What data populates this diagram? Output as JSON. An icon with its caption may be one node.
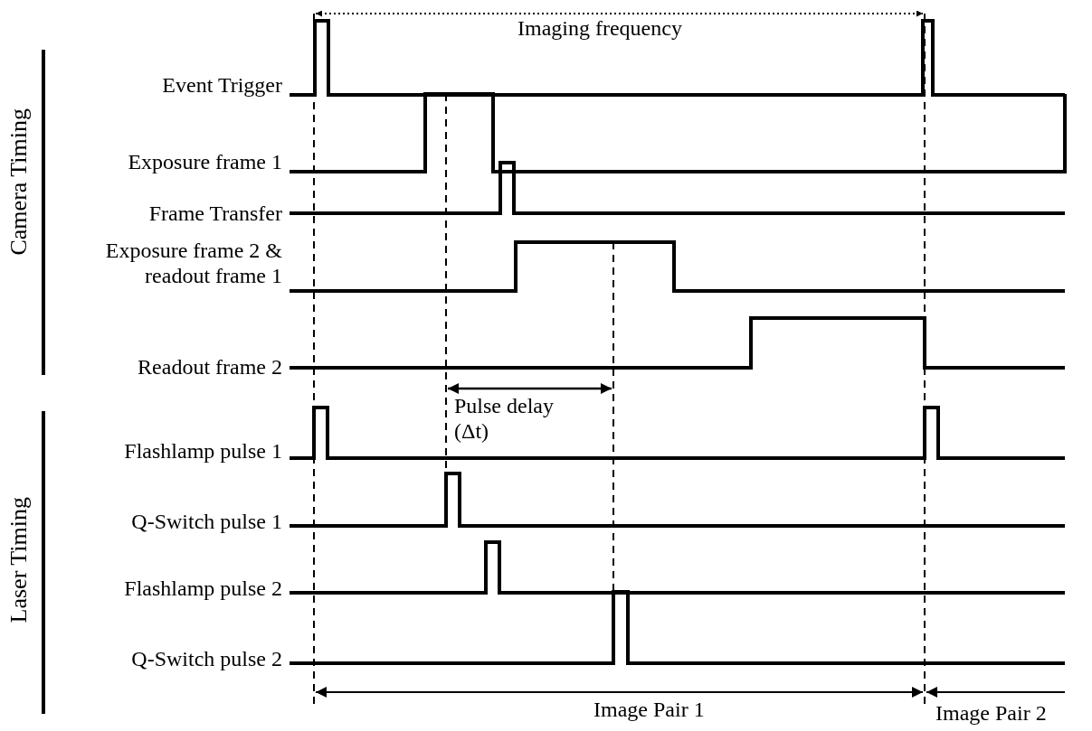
{
  "diagram": {
    "labels": [
      "Imaging frequency",
      "Event Trigger",
      "Exposure frame 1",
      "Frame Transfer",
      "Exposure frame 2 & readout frame 1",
      "Readout frame 2",
      "Flashlamp pulse 1",
      "Q-Switch pulse 1",
      "Flashlamp pulse 2",
      "Q-Switch pulse 2",
      "Camera Timing",
      "Laser Timing",
      "Pulse delay (Δt)",
      "Image Pair 1",
      "Image Pair 2"
    ]
  }
}
